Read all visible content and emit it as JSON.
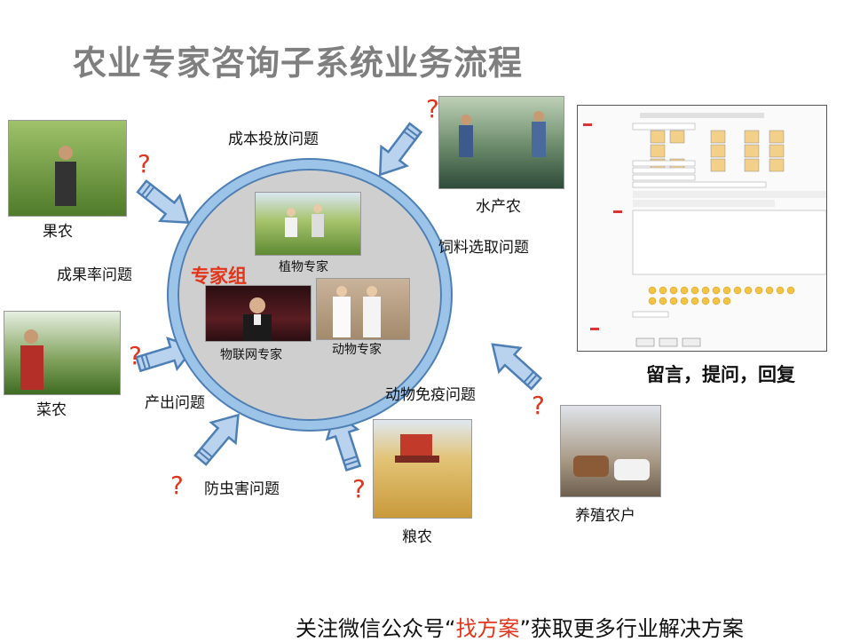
{
  "title": "农业专家咨询子系统业务流程",
  "center": {
    "group_label": "专家组",
    "experts": [
      {
        "label": "植物专家"
      },
      {
        "label": "物联网专家"
      },
      {
        "label": "动物专家"
      }
    ]
  },
  "farmers": [
    {
      "label": "果农"
    },
    {
      "label": "菜农"
    },
    {
      "label": "水产农"
    },
    {
      "label": "粮农"
    },
    {
      "label": "养殖农户"
    }
  ],
  "issues": [
    {
      "label": "成本投放问题"
    },
    {
      "label": "成果率问题"
    },
    {
      "label": "产出问题"
    },
    {
      "label": "防虫害问题"
    },
    {
      "label": "饲料选取问题"
    },
    {
      "label": "动物免疫问题"
    }
  ],
  "question_mark": "?",
  "message_panel": {
    "caption": "留言，提问，回复"
  },
  "footer": {
    "prefix": "关注微信公众号",
    "open_quote": "“",
    "highlight": "找方案",
    "close_quote": "”",
    "suffix": "获取更多行业解决方案"
  },
  "colors": {
    "arrow_fill": "#b9d3ee",
    "arrow_stroke": "#4e7fb4",
    "ring": "#9cc3e8",
    "accent": "#e2351c",
    "title": "#7f7f7f"
  }
}
